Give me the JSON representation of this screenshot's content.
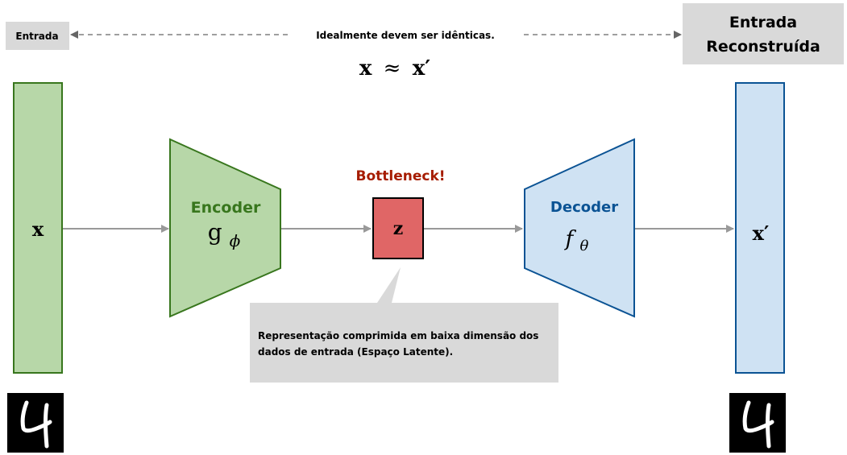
{
  "input_label": "Entrada",
  "output_label": {
    "line1": "Entrada",
    "line2": "Reconstruída"
  },
  "caption": "Idealmente devem ser idênticas.",
  "equation": {
    "lhs": "x",
    "op": "≈",
    "rhs": "x′"
  },
  "input_vector": {
    "symbol": "x"
  },
  "encoder": {
    "title": "Encoder",
    "symbol": "g",
    "subscript": "ϕ"
  },
  "bottleneck": {
    "title": "Bottleneck!",
    "symbol": "z"
  },
  "decoder": {
    "title": "Decoder",
    "symbol": "f",
    "subscript": "θ"
  },
  "output_vector": {
    "symbol": "x′"
  },
  "latent_callout": {
    "line1": "Representação comprimida em baixa dimensão dos",
    "line2": "dados de entrada (Espaço Latente)."
  },
  "digit_images": {
    "input": "4",
    "output": "4"
  },
  "colors": {
    "green_fill": "#b7d7a8",
    "green_stroke": "#38761d",
    "blue_fill": "#cfe2f3",
    "blue_stroke": "#0b5394",
    "red_fill": "#e06666",
    "dark_red": "#a61c00",
    "gray_box": "#d9d9d9",
    "arrow_gray": "#999999"
  }
}
